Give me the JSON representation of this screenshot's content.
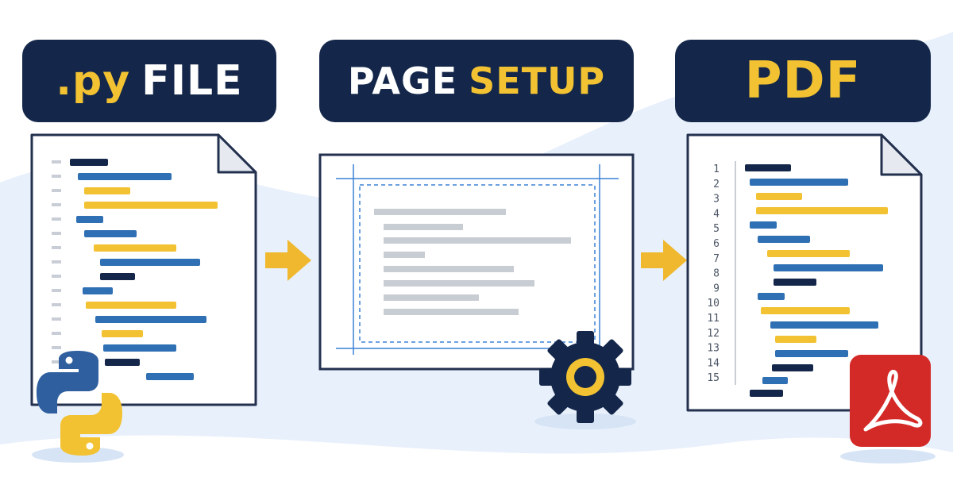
{
  "steps": [
    {
      "title_part1": ".py",
      "title_part2": "FILE"
    },
    {
      "title_part1": "PAGE",
      "title_part2": "SETUP"
    },
    {
      "title_part1": "",
      "title_part2": "PDF"
    }
  ],
  "icons": {
    "source": "python-logo-icon",
    "setup": "gear-icon",
    "output": "pdf-acrobat-icon",
    "arrows": "arrow-right-icon"
  },
  "line_numbers": [
    "1",
    "2",
    "3",
    "4",
    "5",
    "6",
    "7",
    "8",
    "9",
    "10",
    "11",
    "12",
    "13",
    "14",
    "15"
  ],
  "colors": {
    "navy": "#14274a",
    "yellow": "#f2c232",
    "blue": "#2f6fb3",
    "gray_text": "#c8ccd3",
    "pdf_red": "#d42a27",
    "margin_guide": "#3b82d6"
  }
}
